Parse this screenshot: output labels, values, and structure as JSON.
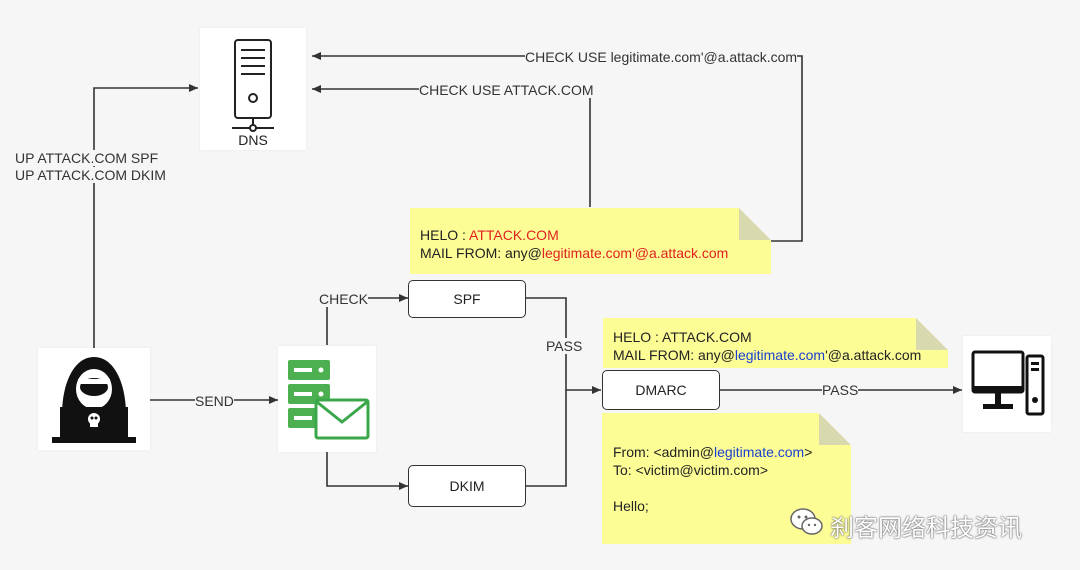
{
  "nodes": {
    "dns": "DNS",
    "spf": "SPF",
    "dkim": "DKIM",
    "dmarc": "DMARC"
  },
  "edges": {
    "check_use_forged": "CHECK USE legitimate.com'@a.attack.com",
    "check_use_attack": "CHECK USE ATTACK.COM",
    "upload": [
      "UP ATTACK.COM SPF",
      "UP ATTACK.COM DKIM"
    ],
    "send": "SEND",
    "check": "CHECK",
    "pass_mid": "PASS",
    "pass_right": "PASS"
  },
  "note_top": {
    "helo_prefix": "HELO : ",
    "helo_domain": "ATTACK.COM",
    "mail_from_prefix": "MAIL FROM: any@",
    "mail_from_domain": "legitimate.com'@a.attack.com"
  },
  "note_mid": {
    "helo": "HELO : ATTACK.COM",
    "mail_from_prefix": "MAIL FROM: any@",
    "mail_from_domain": "legitimate.com",
    "mail_from_suffix": "'@a.attack.com"
  },
  "note_bottom": {
    "from_prefix": "From: <admin@",
    "from_domain": "legitimate.com",
    "from_suffix": ">",
    "to": "To: <victim@victim.com>",
    "body": "Hello;"
  },
  "watermark": "刹客网络科技资讯",
  "colors": {
    "red": "#e02020",
    "blue": "#1a3fd1",
    "note_bg": "#fdfd96",
    "server_green": "#3aa84a"
  },
  "icons": {
    "dns": "server-icon",
    "attacker": "hacker-icon",
    "mail_server": "mail-server-icon",
    "victim": "computer-icon"
  }
}
